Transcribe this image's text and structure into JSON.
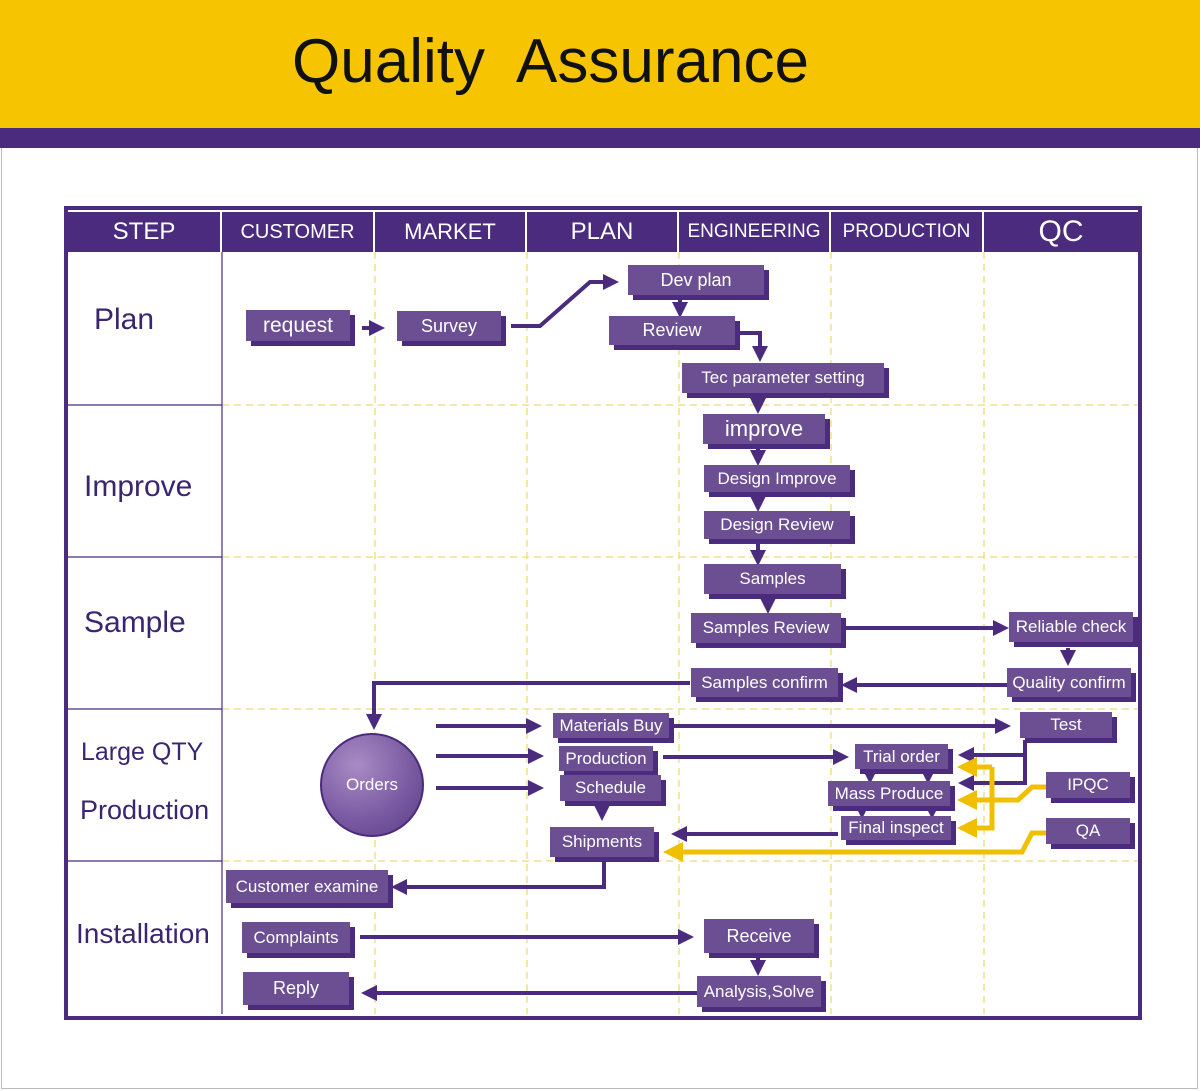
{
  "title": "Quality  Assurance",
  "columns": [
    "STEP",
    "CUSTOMER",
    "MARKET",
    "PLAN",
    "ENGINEERING",
    "PRODUCTION",
    "QC"
  ],
  "steps": {
    "plan": "Plan",
    "improve": "Improve",
    "sample": "Sample",
    "large_qty_1": "Large QTY",
    "large_qty_2": "Production",
    "installation": "Installation"
  },
  "nodes": {
    "request": "request",
    "survey": "Survey",
    "dev_plan": "Dev plan",
    "review": "Review",
    "tec_parameter": "Tec parameter setting",
    "improve": "improve",
    "design_improve": "Design Improve",
    "design_review": "Design Review",
    "samples": "Samples",
    "samples_review": "Samples Review",
    "reliable_check": "Reliable check",
    "samples_confirm": "Samples confirm",
    "quality_confirm": "Quality confirm",
    "materials_buy": "Materials Buy",
    "test": "Test",
    "production": "Production",
    "trial_order": "Trial order",
    "schedule": "Schedule",
    "mass_produce": "Mass Produce",
    "ipqc": "IPQC",
    "final_inspect": "Final inspect",
    "qa": "QA",
    "shipments": "Shipments",
    "orders": "Orders",
    "customer_examine": "Customer examine",
    "complaints": "Complaints",
    "receive": "Receive",
    "reply": "Reply",
    "analysis_solve": "Analysis,Solve"
  },
  "colors": {
    "banner": "#f6c400",
    "purple_dark": "#4a2b7d",
    "purple_box": "#6b4f92",
    "yellow_arrow": "#f0c000",
    "grid_dash": "#eee08a"
  },
  "icons": [
    "arrow-right-icon",
    "arrow-down-icon",
    "arrow-left-icon"
  ]
}
